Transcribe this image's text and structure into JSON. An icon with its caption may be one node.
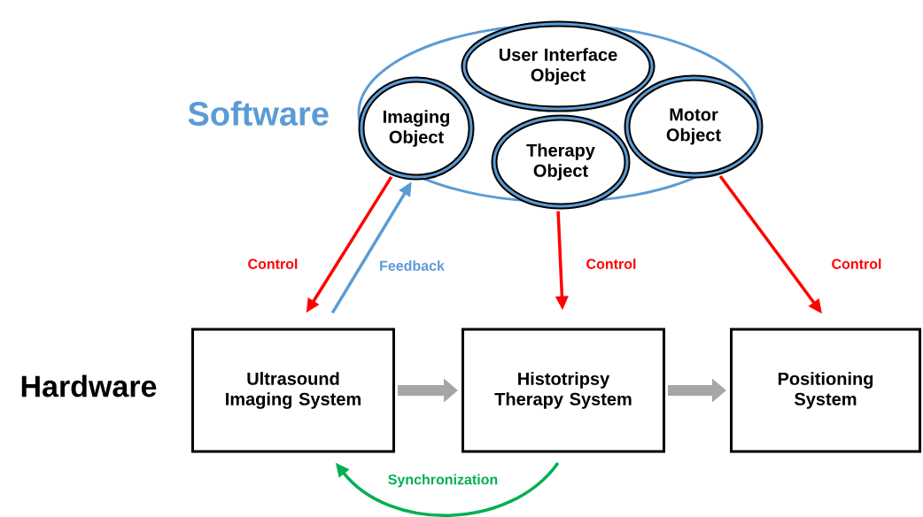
{
  "diagram": {
    "nodes": [
      {
        "text": [
          "Software"
        ]
      },
      {
        "text": [
          "User Interface Object"
        ],
        "in": 0
      },
      {
        "text": [
          "Imaging Object"
        ],
        "in": 0
      },
      {
        "text": [
          "Therapy Object"
        ],
        "in": 0
      },
      {
        "text": [
          "Motor Object"
        ],
        "in": 0
      },
      {
        "text": [
          "Ultrasound Imaging System"
        ]
      },
      {
        "text": [
          "Histotripsy Therapy System"
        ]
      },
      {
        "text": [
          "Positioning System"
        ]
      }
    ],
    "edges": [
      {
        "from": 2,
        "to": 5,
        "arrow": "to",
        "label": "Control",
        "color": "#ff0000"
      },
      {
        "from": 5,
        "to": 2,
        "arrow": "to",
        "label": "Feedback",
        "color": "#5b9bd5"
      },
      {
        "from": 3,
        "to": 6,
        "arrow": "to",
        "label": "Control",
        "color": "#ff0000"
      },
      {
        "from": 4,
        "to": 7,
        "arrow": "to",
        "label": "Control",
        "color": "#ff0000"
      },
      {
        "from": 5,
        "to": 6,
        "arrow": "to",
        "style": "thick",
        "color": "#a6a6a6"
      },
      {
        "from": 6,
        "to": 7,
        "arrow": "to",
        "style": "thick",
        "color": "#a6a6a6"
      },
      {
        "from": 6,
        "to": 5,
        "arrow": "to",
        "label": "Synchronization",
        "color": "#00b050"
      }
    ],
    "labels": [
      "Hardware"
    ]
  }
}
